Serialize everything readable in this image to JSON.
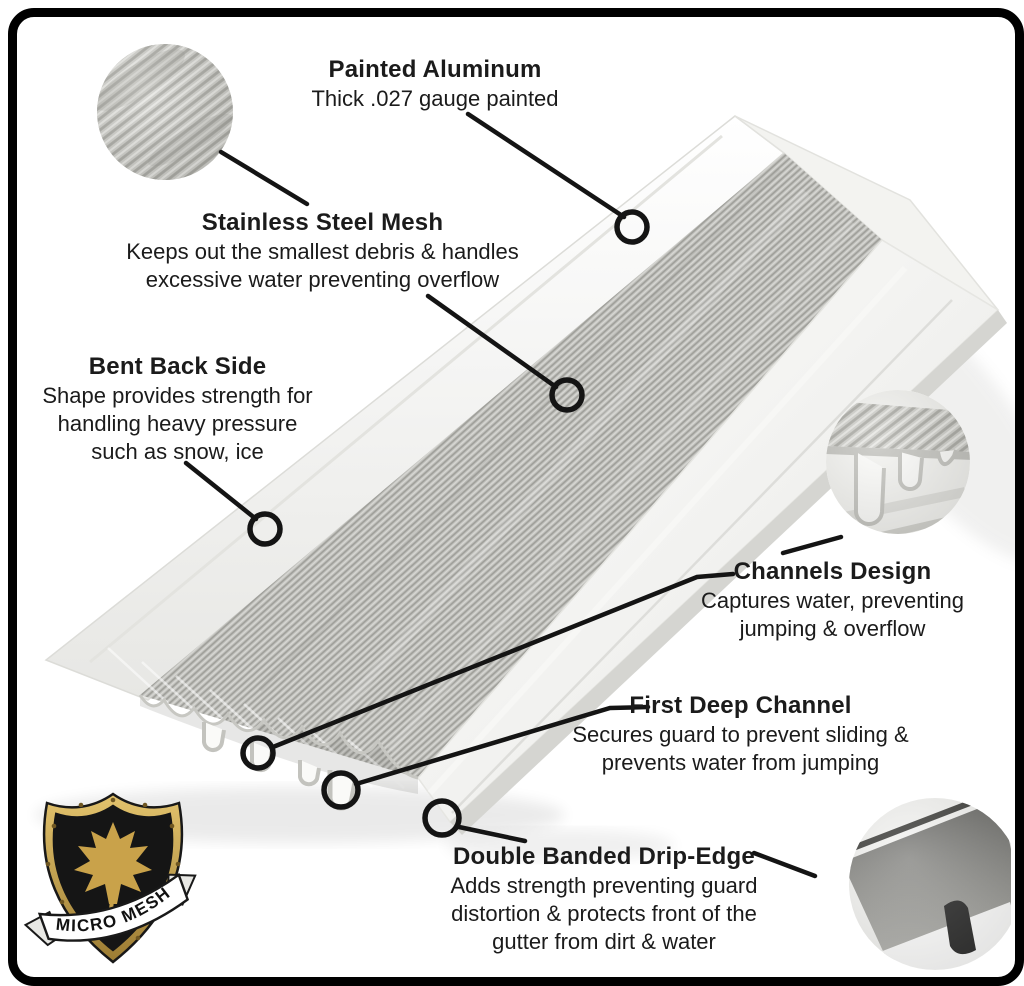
{
  "page": {
    "background": "#ffffff",
    "frame_color": "#000000",
    "text_color": "#1b1b1b"
  },
  "brand": {
    "name": "MICRO MESH"
  },
  "callouts": [
    {
      "id": "painted-aluminum",
      "title": "Painted Aluminum",
      "lines": [
        "Thick .027 gauge painted"
      ]
    },
    {
      "id": "stainless-steel-mesh",
      "title": "Stainless Steel Mesh",
      "lines": [
        "Keeps out the smallest debris & handles",
        "excessive water preventing overflow"
      ]
    },
    {
      "id": "bent-back-side",
      "title": "Bent Back Side",
      "lines": [
        "Shape provides strength for",
        "handling heavy pressure",
        "such as snow, ice"
      ]
    },
    {
      "id": "channels-design",
      "title": "Channels Design",
      "lines": [
        "Captures water, preventing",
        "jumping & overflow"
      ]
    },
    {
      "id": "first-deep-channel",
      "title": "First Deep Channel",
      "lines": [
        "Secures guard to prevent sliding &",
        "prevents water from jumping"
      ]
    },
    {
      "id": "double-banded-drip-edge",
      "title": "Double Banded Drip-Edge",
      "lines": [
        "Adds strength preventing guard",
        "distortion & protects front of the",
        "gutter from dirt & water"
      ]
    }
  ],
  "insets": [
    {
      "id": "mesh-closeup",
      "depicts": "stainless steel micro mesh weave close-up"
    },
    {
      "id": "channels-closeup",
      "depicts": "water channels cross-section close-up"
    },
    {
      "id": "drip-edge-closeup",
      "depicts": "double banded drip-edge close-up"
    }
  ],
  "colors": {
    "mesh_gray": "#bdbdb9",
    "aluminum_white": "#f5f5f2",
    "logo_gold": "#c9a24a",
    "logo_black": "#151515",
    "annotation_black": "#141414"
  }
}
